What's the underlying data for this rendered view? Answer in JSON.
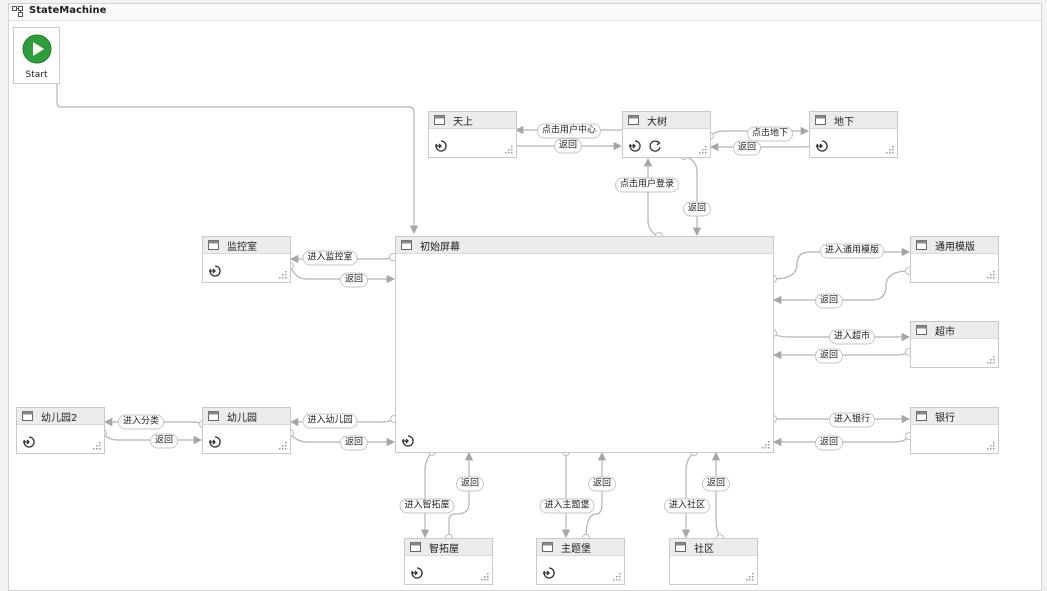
{
  "window": {
    "title": "StateMachine",
    "icon": "state-machine-icon"
  },
  "start": {
    "label": "Start",
    "icon": "play-icon",
    "color": "#2e9e3c"
  },
  "states": {
    "tianshang": "天上",
    "dashu": "大树",
    "dixia": "地下",
    "jiankongshi": "监控室",
    "chushi": "初始屏幕",
    "tongyong": "通用模版",
    "chaoshi": "超市",
    "youeryuan2": "幼儿园2",
    "youeryuan": "幼儿园",
    "yinhang": "银行",
    "zhituowu": "智拓屋",
    "zhutibao": "主题堡",
    "shequ": "社区"
  },
  "transitions": {
    "click_user_center": "点击用户中心",
    "back_tianshang": "返回",
    "click_dixia": "点击地下",
    "back_dixia": "返回",
    "click_user_login": "点击用户登录",
    "back_dashu": "返回",
    "enter_jiankong": "进入监控室",
    "back_jiankong": "返回",
    "enter_tongyong": "进入通用模版",
    "back_tongyong": "返回",
    "enter_chaoshi": "进入超市",
    "back_chaoshi": "返回",
    "enter_fenlei": "进入分类",
    "back_youeryuan2": "返回",
    "enter_youeryuan": "进入幼儿园",
    "back_youeryuan": "返回",
    "enter_yinhang": "进入银行",
    "back_yinhang": "返回",
    "enter_zhituowu": "进入智拓屋",
    "back_zhituowu": "返回",
    "enter_zhutibao": "进入主题堡",
    "back_zhutibao": "返回",
    "enter_shequ": "进入社区",
    "back_shequ": "返回"
  },
  "colors": {
    "line": "#a6a6a6",
    "header": "#ececec",
    "border": "#c9c9c9"
  }
}
